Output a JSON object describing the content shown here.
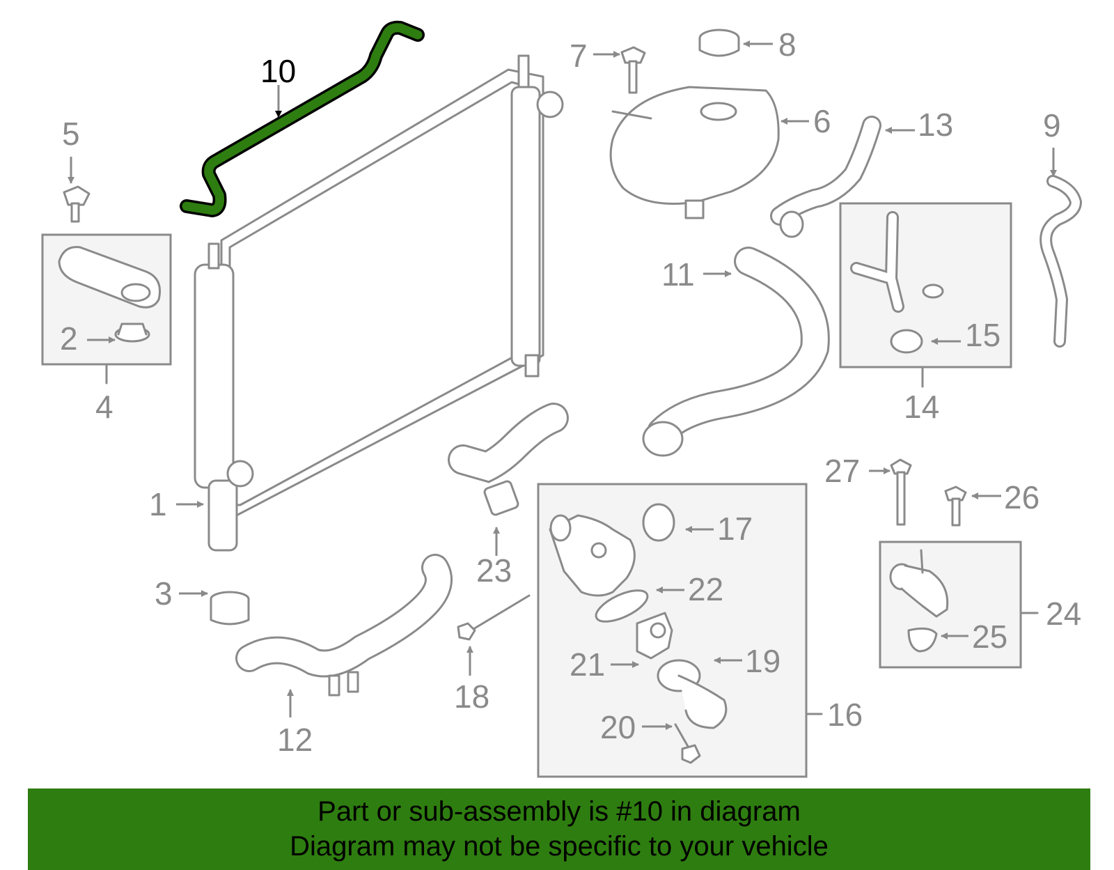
{
  "highlight_color": "#2e7d10",
  "highlighted_part": "10",
  "callouts": {
    "c1": "1",
    "c2": "2",
    "c3": "3",
    "c4": "4",
    "c5": "5",
    "c6": "6",
    "c7": "7",
    "c8": "8",
    "c9": "9",
    "c10": "10",
    "c11": "11",
    "c12": "12",
    "c13": "13",
    "c14": "14",
    "c15": "15",
    "c16": "16",
    "c17": "17",
    "c18": "18",
    "c19": "19",
    "c20": "20",
    "c21": "21",
    "c22": "22",
    "c23": "23",
    "c24": "24",
    "c25": "25",
    "c26": "26",
    "c27": "27"
  },
  "banner": {
    "line1": "Part or sub-assembly is #10 in diagram",
    "line2": "Diagram may not be specific to your vehicle"
  }
}
